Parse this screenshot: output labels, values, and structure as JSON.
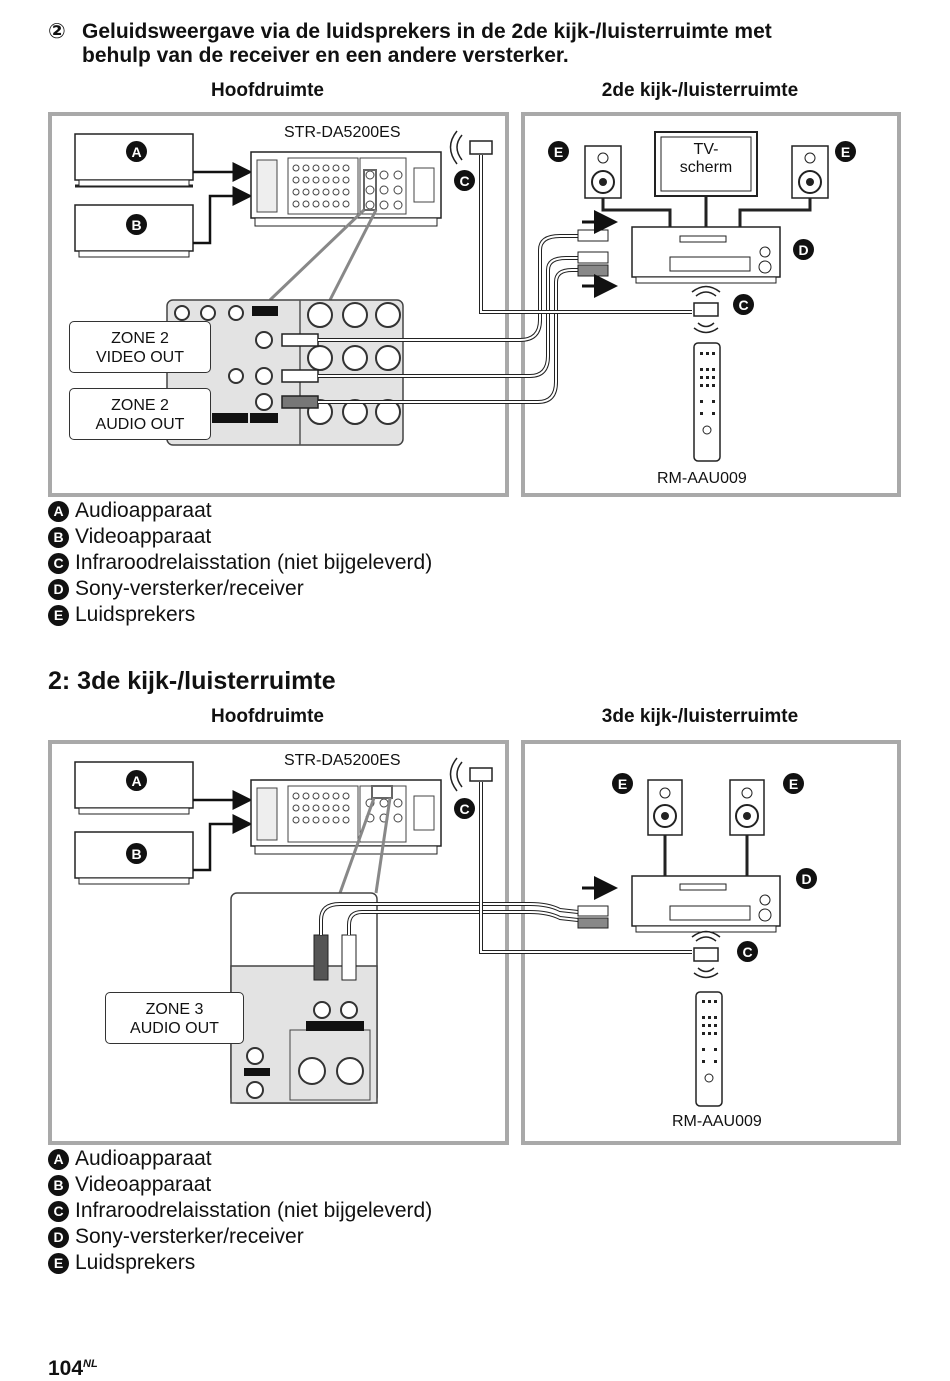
{
  "section_a": {
    "marker": "②",
    "heading_line1": "Geluidsweergave via de luidsprekers in de 2de kijk-/luisterruimte met",
    "heading_line2": "behulp van de receiver en een andere versterker.",
    "left_room_label": "Hoofdruimte",
    "right_room_label": "2de kijk-/luisterruimte",
    "receiver_model": "STR-DA5200ES",
    "tv_label_line1": "TV-",
    "tv_label_line2": "scherm",
    "callout_video_line1": "ZONE 2",
    "callout_video_line2": "VIDEO OUT",
    "callout_audio_line1": "ZONE 2",
    "callout_audio_line2": "AUDIO OUT",
    "remote_model": "RM-AAU009"
  },
  "section_b": {
    "title": "2: 3de kijk-/luisterruimte",
    "left_room_label": "Hoofdruimte",
    "right_room_label": "3de kijk-/luisterruimte",
    "receiver_model": "STR-DA5200ES",
    "callout_audio_line1": "ZONE 3",
    "callout_audio_line2": "AUDIO OUT",
    "remote_model": "RM-AAU009"
  },
  "legend_a": [
    {
      "badge": "A",
      "text": "Audioapparaat"
    },
    {
      "badge": "B",
      "text": "Videoapparaat"
    },
    {
      "badge": "C",
      "text": "Infraroodrelaisstation (niet bijgeleverd)"
    },
    {
      "badge": "D",
      "text": "Sony-versterker/receiver"
    },
    {
      "badge": "E",
      "text": "Luidsprekers"
    }
  ],
  "legend_b": [
    {
      "badge": "A",
      "text": "Audioapparaat"
    },
    {
      "badge": "B",
      "text": "Videoapparaat"
    },
    {
      "badge": "C",
      "text": "Infraroodrelaisstation (niet bijgeleverd)"
    },
    {
      "badge": "D",
      "text": "Sony-versterker/receiver"
    },
    {
      "badge": "E",
      "text": "Luidsprekers"
    }
  ],
  "badges": {
    "A": "A",
    "B": "B",
    "C": "C",
    "D": "D",
    "E": "E"
  },
  "page": {
    "number": "104",
    "lang": "NL"
  }
}
